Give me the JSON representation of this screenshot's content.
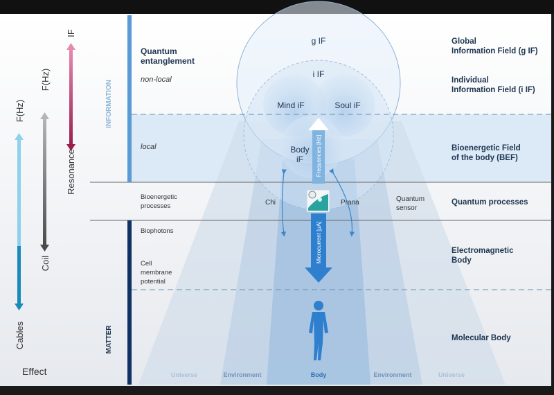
{
  "left_axes": {
    "cables_top": "F(Hz)",
    "cables_bottom": "Cables",
    "coil_top": "F(Hz)",
    "coil_bottom": "Coil",
    "resonance_top": "IF",
    "resonance_bottom": "Resonance",
    "effect": "Effect"
  },
  "sections": {
    "information": "INFORMATION",
    "matter": "MATTER"
  },
  "left_labels": {
    "quantum_entanglement_1": "Quantum",
    "quantum_entanglement_2": "entanglement",
    "non_local": "non-local",
    "local": "local",
    "bioenergetic_1": "Bioenergetic",
    "bioenergetic_2": "processes",
    "biophotons": "Biophotons",
    "cell_1": "Cell",
    "cell_2": "membrane",
    "cell_3": "potential"
  },
  "center": {
    "g_if": "g IF",
    "i_if": "i IF",
    "mind_if": "Mind iF",
    "soul_if": "Soul iF",
    "body_if_1": "Body",
    "body_if_2": "iF",
    "frequencies": "Frequencies [Hz]",
    "microcurrent": "Microcurrent [µA]",
    "chi": "Chi",
    "prana": "Prana",
    "quantum_sensor_1": "Quantum",
    "quantum_sensor_2": "sensor"
  },
  "right_labels": {
    "gif_1": "Global",
    "gif_2": "Information Field (g IF)",
    "iif_1": "Individual",
    "iif_2": "Information Field (i IF)",
    "bef_1": "Bioenergetic Field",
    "bef_2": "of the body (BEF)",
    "quantum_processes": "Quantum processes",
    "em_1": "Electromagnetic",
    "em_2": "Body",
    "molecular": "Molecular Body"
  },
  "bottom_labels": [
    "Universe",
    "Environment",
    "Body",
    "Environment",
    "Universe"
  ],
  "colors": {
    "info_bar": "#5b9bd5",
    "matter_bar": "#0f3263",
    "pink": "#c0456f",
    "light_blue": "#7cc8e6",
    "teal": "#1a8ab8",
    "text_dark": "#1f3550"
  }
}
